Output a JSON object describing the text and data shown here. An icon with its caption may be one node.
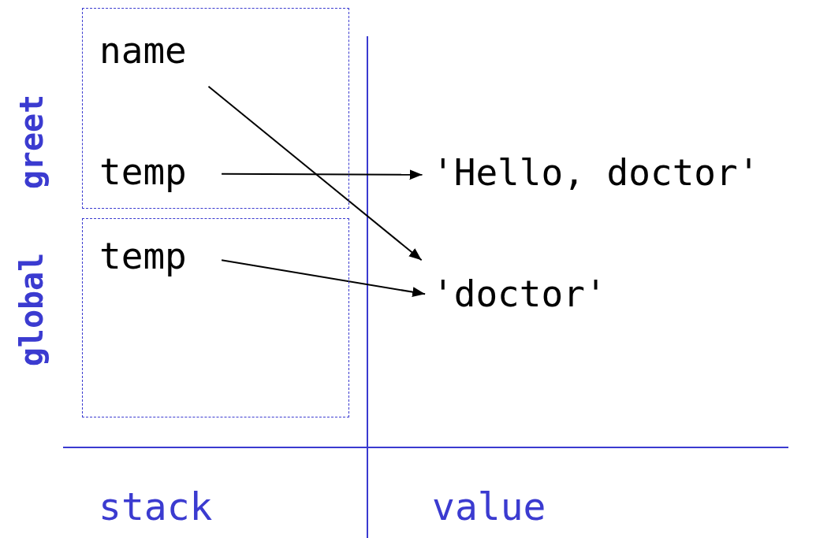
{
  "diagram": {
    "nodes": [
      {
        "text": [
          "greet"
        ]
      },
      {
        "text": [
          "name"
        ],
        "in": 0
      },
      {
        "text": [
          "temp"
        ],
        "in": 0
      },
      {
        "text": [
          "global"
        ]
      },
      {
        "text": [
          "temp"
        ],
        "in": 3
      },
      {
        "text": [
          "'Hello, doctor'"
        ]
      },
      {
        "text": [
          "'doctor'"
        ]
      }
    ],
    "edges": [
      {
        "from": 1,
        "to": 6,
        "arrow": "to"
      },
      {
        "from": 2,
        "to": 5,
        "arrow": "to"
      },
      {
        "from": 4,
        "to": 6,
        "arrow": "to"
      }
    ],
    "labels": [
      "stack",
      "value"
    ]
  }
}
